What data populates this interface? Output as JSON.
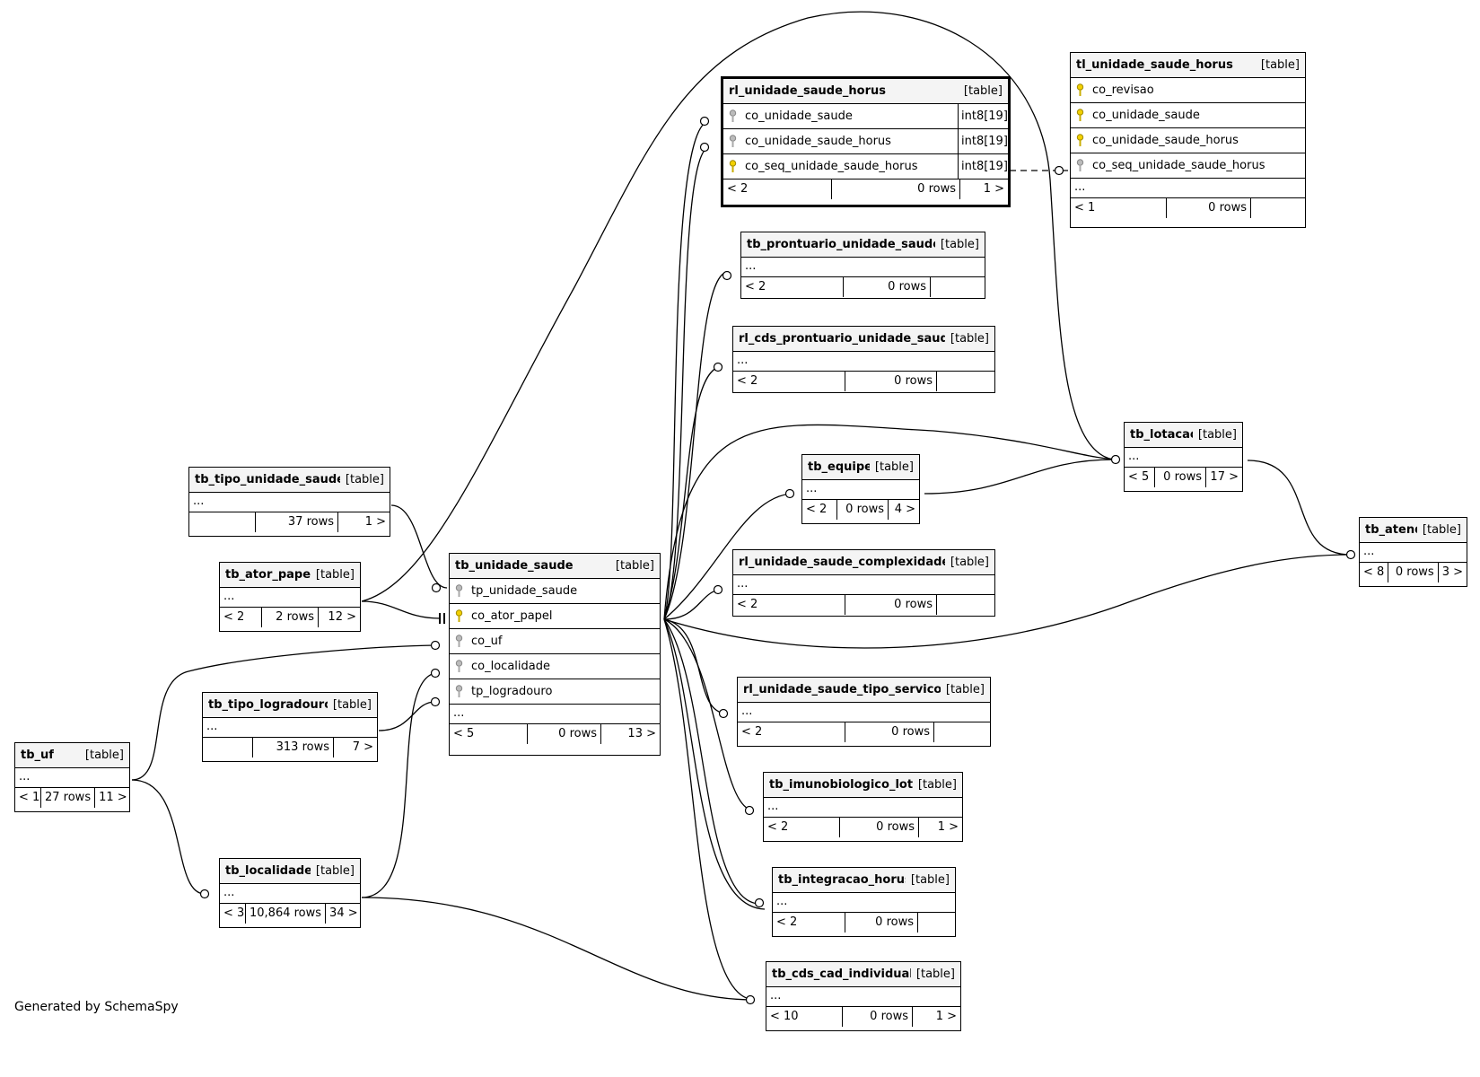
{
  "diagram": {
    "credit": "Generated by SchemaSpy",
    "type_label": "[table]",
    "more_label": "...",
    "tables": {
      "rl_unidade_saude_horus": {
        "name": "rl_unidade_saude_horus",
        "columns": [
          {
            "name": "co_unidade_saude",
            "type": "int8[19]",
            "key": "gray"
          },
          {
            "name": "co_unidade_saude_horus",
            "type": "int8[19]",
            "key": "gray"
          },
          {
            "name": "co_seq_unidade_saude_horus",
            "type": "int8[19]",
            "key": "yellow"
          }
        ],
        "parents": "< 2",
        "rows": "0 rows",
        "children": "1 >"
      },
      "tl_unidade_saude_horus": {
        "name": "tl_unidade_saude_horus",
        "columns": [
          {
            "name": "co_revisao",
            "key": "yellow"
          },
          {
            "name": "co_unidade_saude",
            "key": "yellow"
          },
          {
            "name": "co_unidade_saude_horus",
            "key": "yellow"
          },
          {
            "name": "co_seq_unidade_saude_horus",
            "key": "gray"
          }
        ],
        "parents": "< 1",
        "rows": "0 rows",
        "children": ""
      },
      "tb_prontuario_unidade_saude": {
        "name": "tb_prontuario_unidade_saude",
        "parents": "< 2",
        "rows": "0 rows",
        "children": ""
      },
      "rl_cds_prontuario_unidade_saud": {
        "name": "rl_cds_prontuario_unidade_saud",
        "parents": "< 2",
        "rows": "0 rows",
        "children": ""
      },
      "tb_lotacao": {
        "name": "tb_lotacao",
        "parents": "< 5",
        "rows": "0 rows",
        "children": "17 >"
      },
      "tb_equipe": {
        "name": "tb_equipe",
        "parents": "< 2",
        "rows": "0 rows",
        "children": "4 >"
      },
      "tb_tipo_unidade_saude": {
        "name": "tb_tipo_unidade_saude",
        "parents": "",
        "rows": "37 rows",
        "children": "1 >"
      },
      "tb_ator_papel": {
        "name": "tb_ator_papel",
        "parents": "< 2",
        "rows": "2 rows",
        "children": "12 >"
      },
      "tb_unidade_saude": {
        "name": "tb_unidade_saude",
        "columns": [
          {
            "name": "tp_unidade_saude",
            "key": "gray"
          },
          {
            "name": "co_ator_papel",
            "key": "yellow"
          },
          {
            "name": "co_uf",
            "key": "gray"
          },
          {
            "name": "co_localidade",
            "key": "gray"
          },
          {
            "name": "tp_logradouro",
            "key": "gray"
          }
        ],
        "parents": "< 5",
        "rows": "0 rows",
        "children": "13 >"
      },
      "rl_unidade_saude_complexidade": {
        "name": "rl_unidade_saude_complexidade",
        "parents": "< 2",
        "rows": "0 rows",
        "children": ""
      },
      "tb_atend": {
        "name": "tb_atend",
        "parents": "< 8",
        "rows": "0 rows",
        "children": "3 >"
      },
      "tb_tipo_logradouro": {
        "name": "tb_tipo_logradouro",
        "parents": "",
        "rows": "313 rows",
        "children": "7 >"
      },
      "rl_unidade_saude_tipo_servico": {
        "name": "rl_unidade_saude_tipo_servico",
        "parents": "< 2",
        "rows": "0 rows",
        "children": ""
      },
      "tb_uf": {
        "name": "tb_uf",
        "parents": "< 1",
        "rows": "27 rows",
        "children": "11 >"
      },
      "tb_imunobiologico_lote": {
        "name": "tb_imunobiologico_lote",
        "parents": "< 2",
        "rows": "0 rows",
        "children": "1 >"
      },
      "tb_integracao_horus": {
        "name": "tb_integracao_horus",
        "parents": "< 2",
        "rows": "0 rows",
        "children": ""
      },
      "tb_localidade": {
        "name": "tb_localidade",
        "parents": "< 3",
        "rows": "10,864 rows",
        "children": "34 >"
      },
      "tb_cds_cad_individual": {
        "name": "tb_cds_cad_individual",
        "parents": "< 10",
        "rows": "0 rows",
        "children": "1 >"
      }
    }
  }
}
